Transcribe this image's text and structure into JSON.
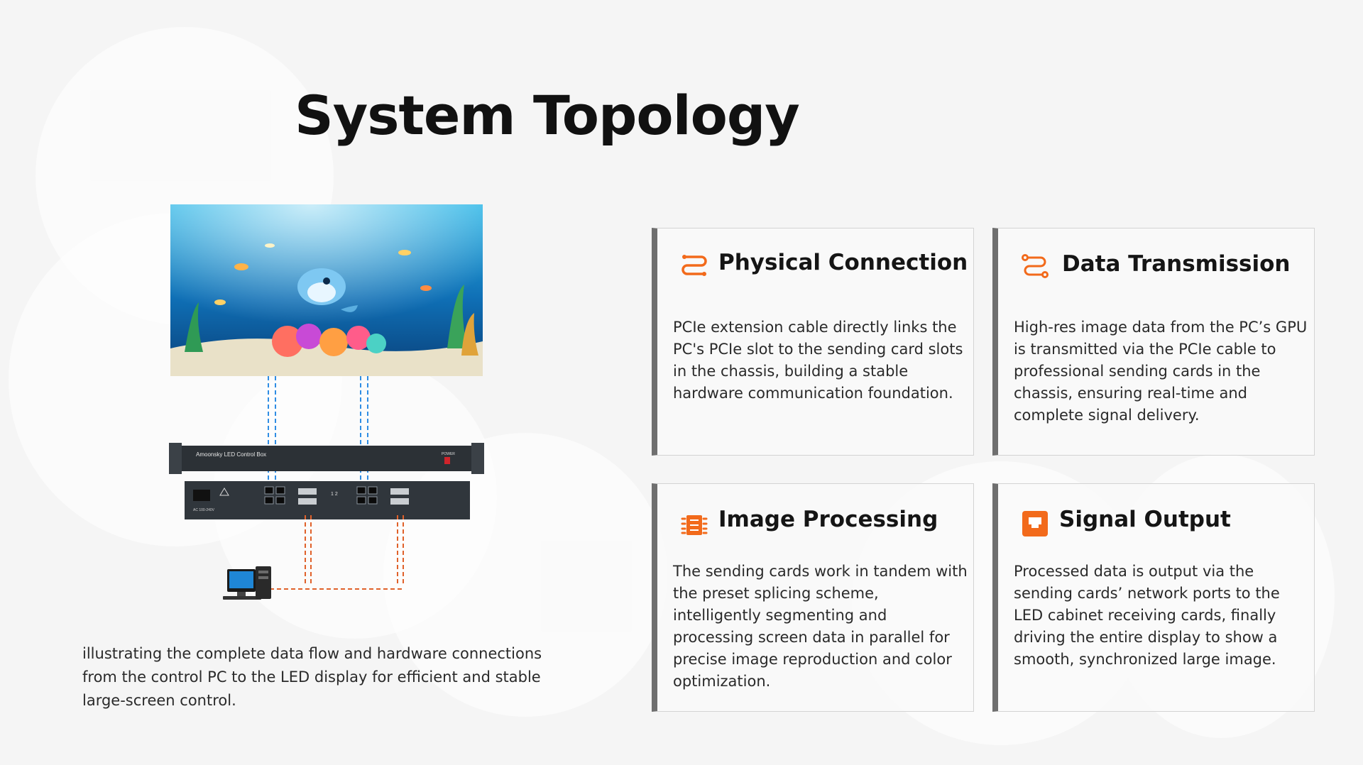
{
  "title": "System Topology",
  "caption": "illustrating the complete data flow and hardware connections from the control PC to the LED display for efficient and stable large-screen control.",
  "accent_color": "#f26a1b",
  "diagram": {
    "controller_label": "Amoonsky LED Control Box",
    "power_label": "POWER",
    "port_numbers": "1  2",
    "voltage_label": "AC 100-240V"
  },
  "cards": [
    {
      "icon": "cable-icon",
      "title": "Physical Connection",
      "body": "PCIe extension cable directly links the PC's PCIe slot to the sending card slots in the chassis, building a stable hardware communication foundation."
    },
    {
      "icon": "data-flow-icon",
      "title": "Data Transmission",
      "body": "High-res image data from the PC’s GPU is transmitted via the PCIe cable to professional sending cards in the chassis, ensuring real-time and complete signal delivery."
    },
    {
      "icon": "chip-icon",
      "title": "Image Processing",
      "body": "The sending cards work in tandem with the preset splicing scheme, intelligently segmenting and processing screen data in parallel for precise image reproduction and color optimization."
    },
    {
      "icon": "network-port-icon",
      "title": "Signal Output",
      "body": "Processed data is output via the sending cards’ network ports to the LED cabinet receiving cards, finally driving the entire display to show a smooth, synchronized large image."
    }
  ]
}
